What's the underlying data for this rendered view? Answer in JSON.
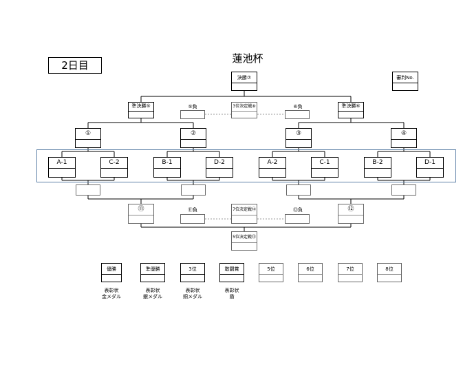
{
  "header": {
    "day": "2日目",
    "title": "蓮池杯",
    "referee": "審判No."
  },
  "final": "決勝⑦",
  "semis": {
    "left": "準決勝⑤",
    "right": "準決勝⑥"
  },
  "third_place": {
    "label": "3位決定戦⑧",
    "left": "⑤負",
    "right": "⑥負"
  },
  "quarters": [
    "①",
    "②",
    "③",
    "④"
  ],
  "teams": [
    "A-1",
    "C-2",
    "B-1",
    "D-2",
    "A-2",
    "C-1",
    "B-2",
    "D-1"
  ],
  "consolation": {
    "left": "⑪",
    "right": "⑫",
    "seventh": {
      "label": "7位決定戦⑭",
      "left": "⑪負",
      "right": "⑫負"
    },
    "fifth": "5位決定戦⑬"
  },
  "places": [
    "優勝",
    "準優勝",
    "3位",
    "敢闘賞",
    "5位",
    "6位",
    "7位",
    "8位"
  ],
  "awards": [
    "表彰状\n金メダル",
    "表彰状\n銀メダル",
    "表彰状\n銅メダル",
    "表彰状\n盾"
  ]
}
